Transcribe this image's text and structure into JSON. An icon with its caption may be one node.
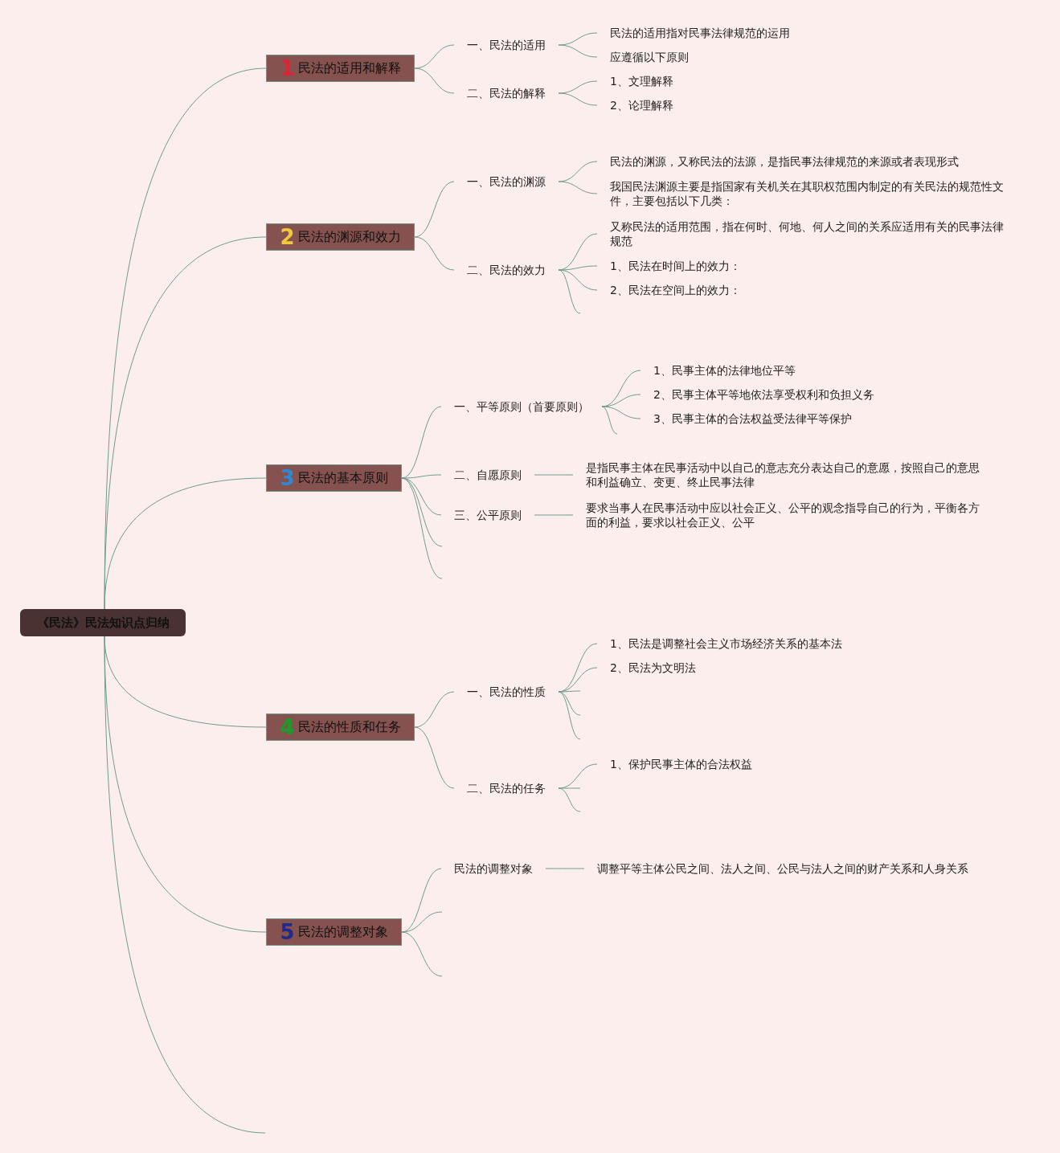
{
  "diagram": {
    "nodes": [
      {
        "text": [
          "《民法》民法知识点归纳"
        ]
      },
      {
        "text": [
          "1",
          "民法的适用和解释"
        ]
      },
      {
        "text": [
          "一、民法的适用"
        ]
      },
      {
        "text": [
          "民法的适用指对民事法律规范的运用"
        ]
      },
      {
        "text": [
          "应遵循以下原则"
        ]
      },
      {
        "text": [
          "二、民法的解释"
        ]
      },
      {
        "text": [
          "1、文理解释"
        ]
      },
      {
        "text": [
          "2、论理解释"
        ]
      },
      {
        "text": [
          "2",
          "民法的渊源和效力"
        ]
      },
      {
        "text": [
          "一、民法的渊源"
        ]
      },
      {
        "text": [
          "民法的渊源，又称民法的法源，是指民事法律规范的来源或者表现形式"
        ]
      },
      {
        "text": [
          "我国民法渊源主要是指国家有关机关在其职权范围内制定的有关民法的规范性文件，主要包括以下几类："
        ]
      },
      {
        "text": [
          "二、民法的效力"
        ]
      },
      {
        "text": [
          "又称民法的适用范围，指在何时、何地、何人之间的关系应适用有关的民事法律规范"
        ]
      },
      {
        "text": [
          "1、民法在时间上的效力："
        ]
      },
      {
        "text": [
          "2、民法在空间上的效力："
        ]
      },
      {
        "text": [
          "3",
          "民法的基本原则"
        ]
      },
      {
        "text": [
          "一、平等原则（首要原则）"
        ]
      },
      {
        "text": [
          "1、民事主体的法律地位平等"
        ]
      },
      {
        "text": [
          "2、民事主体平等地依法享受权利和负担义务"
        ]
      },
      {
        "text": [
          "3、民事主体的合法权益受法律平等保护"
        ]
      },
      {
        "text": [
          "二、自愿原则"
        ]
      },
      {
        "text": [
          "是指民事主体在民事活动中以自己的意志充分表达自己的意愿，按照自己的意思和利益确立、变更、终止民事法律"
        ]
      },
      {
        "text": [
          "三、公平原则"
        ]
      },
      {
        "text": [
          "要求当事人在民事活动中应以社会正义、公平的观念指导自己的行为，平衡各方面的利益，要求以社会正义、公平"
        ]
      },
      {
        "text": [
          "4",
          "民法的性质和任务"
        ]
      },
      {
        "text": [
          "一、民法的性质"
        ]
      },
      {
        "text": [
          "1、民法是调整社会主义市场经济关系的基本法"
        ]
      },
      {
        "text": [
          "2、民法为文明法"
        ]
      },
      {
        "text": [
          "二、民法的任务"
        ]
      },
      {
        "text": [
          "1、保护民事主体的合法权益"
        ]
      },
      {
        "text": [
          "5",
          "民法的调整对象"
        ]
      },
      {
        "text": [
          "民法的调整对象"
        ]
      },
      {
        "text": [
          "调整平等主体公民之间、法人之间、公民与法人之间的财产关系和人身关系"
        ]
      }
    ],
    "edges": [
      {
        "from": 0,
        "to": 1,
        "arrow": "none"
      },
      {
        "from": 0,
        "to": 8,
        "arrow": "none"
      },
      {
        "from": 0,
        "to": 16,
        "arrow": "none"
      },
      {
        "from": 0,
        "to": 25,
        "arrow": "none"
      },
      {
        "from": 0,
        "to": 31,
        "arrow": "none"
      },
      {
        "from": 0,
        "to": null,
        "arrow": "none"
      },
      {
        "from": 1,
        "to": 2,
        "arrow": "none"
      },
      {
        "from": 2,
        "to": 3,
        "arrow": "none"
      },
      {
        "from": 2,
        "to": 4,
        "arrow": "none"
      },
      {
        "from": 1,
        "to": 5,
        "arrow": "none"
      },
      {
        "from": 5,
        "to": 6,
        "arrow": "none"
      },
      {
        "from": 5,
        "to": 7,
        "arrow": "none"
      },
      {
        "from": 8,
        "to": 9,
        "arrow": "none"
      },
      {
        "from": 9,
        "to": 10,
        "arrow": "none"
      },
      {
        "from": 9,
        "to": 11,
        "arrow": "none"
      },
      {
        "from": 8,
        "to": 12,
        "arrow": "none"
      },
      {
        "from": 12,
        "to": 13,
        "arrow": "none"
      },
      {
        "from": 12,
        "to": 14,
        "arrow": "none"
      },
      {
        "from": 12,
        "to": 15,
        "arrow": "none"
      },
      {
        "from": 12,
        "to": null,
        "arrow": "none"
      },
      {
        "from": 16,
        "to": 17,
        "arrow": "none"
      },
      {
        "from": 17,
        "to": 18,
        "arrow": "none"
      },
      {
        "from": 17,
        "to": 19,
        "arrow": "none"
      },
      {
        "from": 17,
        "to": 20,
        "arrow": "none"
      },
      {
        "from": 17,
        "to": null,
        "arrow": "none"
      },
      {
        "from": 16,
        "to": 21,
        "arrow": "none"
      },
      {
        "from": 21,
        "to": 22,
        "arrow": "none"
      },
      {
        "from": 16,
        "to": 23,
        "arrow": "none"
      },
      {
        "from": 23,
        "to": 24,
        "arrow": "none"
      },
      {
        "from": 16,
        "to": null,
        "arrow": "none"
      },
      {
        "from": 16,
        "to": null,
        "arrow": "none"
      },
      {
        "from": 25,
        "to": 26,
        "arrow": "none"
      },
      {
        "from": 26,
        "to": 27,
        "arrow": "none"
      },
      {
        "from": 26,
        "to": 28,
        "arrow": "none"
      },
      {
        "from": 26,
        "to": null,
        "arrow": "none"
      },
      {
        "from": 26,
        "to": null,
        "arrow": "none"
      },
      {
        "from": 26,
        "to": null,
        "arrow": "none"
      },
      {
        "from": 25,
        "to": 29,
        "arrow": "none"
      },
      {
        "from": 29,
        "to": 30,
        "arrow": "none"
      },
      {
        "from": 29,
        "to": null,
        "arrow": "none"
      },
      {
        "from": 29,
        "to": null,
        "arrow": "none"
      },
      {
        "from": 31,
        "to": 32,
        "arrow": "none"
      },
      {
        "from": 32,
        "to": 33,
        "arrow": "none"
      },
      {
        "from": 31,
        "to": null,
        "arrow": "none"
      },
      {
        "from": 31,
        "to": null,
        "arrow": "none"
      }
    ]
  }
}
